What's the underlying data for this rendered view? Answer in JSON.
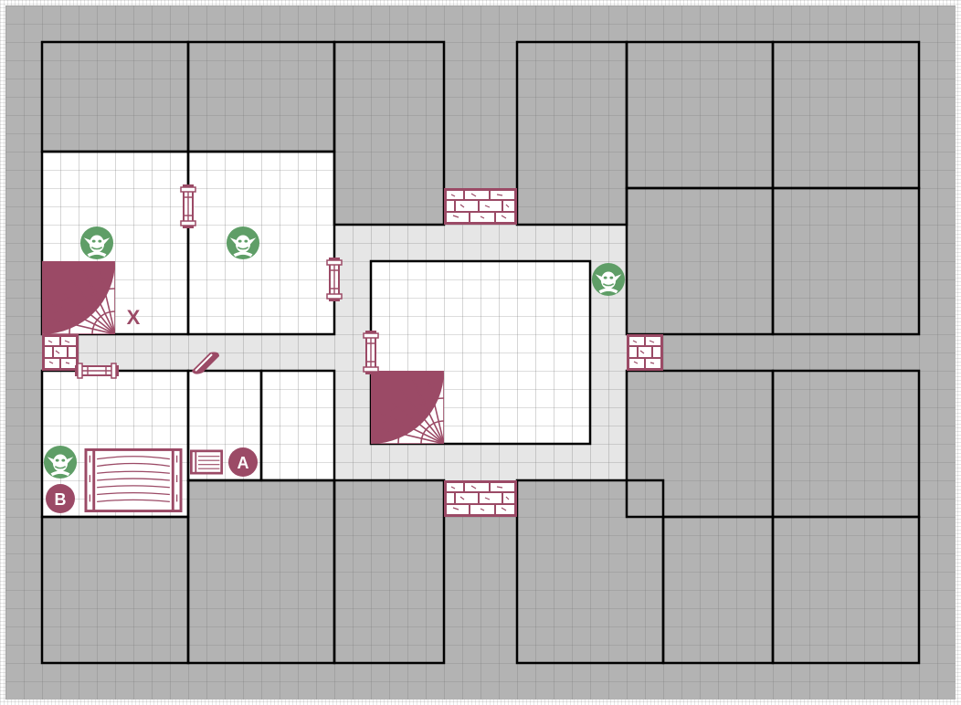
{
  "map": {
    "colors": {
      "unexplored": "#b3b3b3",
      "room_floor": "#ffffff",
      "corridor": "#e6e6e6",
      "grid": "#777777",
      "wall": "#000000",
      "furniture": "#9b4a66",
      "monster": "#5f9e67"
    },
    "labels": {
      "x_marker": "X",
      "marker_a": "A",
      "marker_b": "B"
    },
    "monsters": [
      {
        "name": "goblin",
        "icon": "goblin-face-icon"
      },
      {
        "name": "goblin",
        "icon": "goblin-face-icon"
      },
      {
        "name": "goblin",
        "icon": "goblin-face-icon"
      },
      {
        "name": "goblin",
        "icon": "goblin-face-icon"
      }
    ],
    "features": [
      {
        "name": "stairs",
        "icon": "stairs-icon"
      },
      {
        "name": "stairs",
        "icon": "stairs-icon"
      },
      {
        "name": "table",
        "icon": "table-icon"
      },
      {
        "name": "chest",
        "icon": "chest-icon"
      },
      {
        "name": "rubble",
        "icon": "rubble-block-icon"
      },
      {
        "name": "door",
        "icon": "door-icon"
      },
      {
        "name": "pit",
        "icon": "pit-trap-icon"
      }
    ]
  }
}
